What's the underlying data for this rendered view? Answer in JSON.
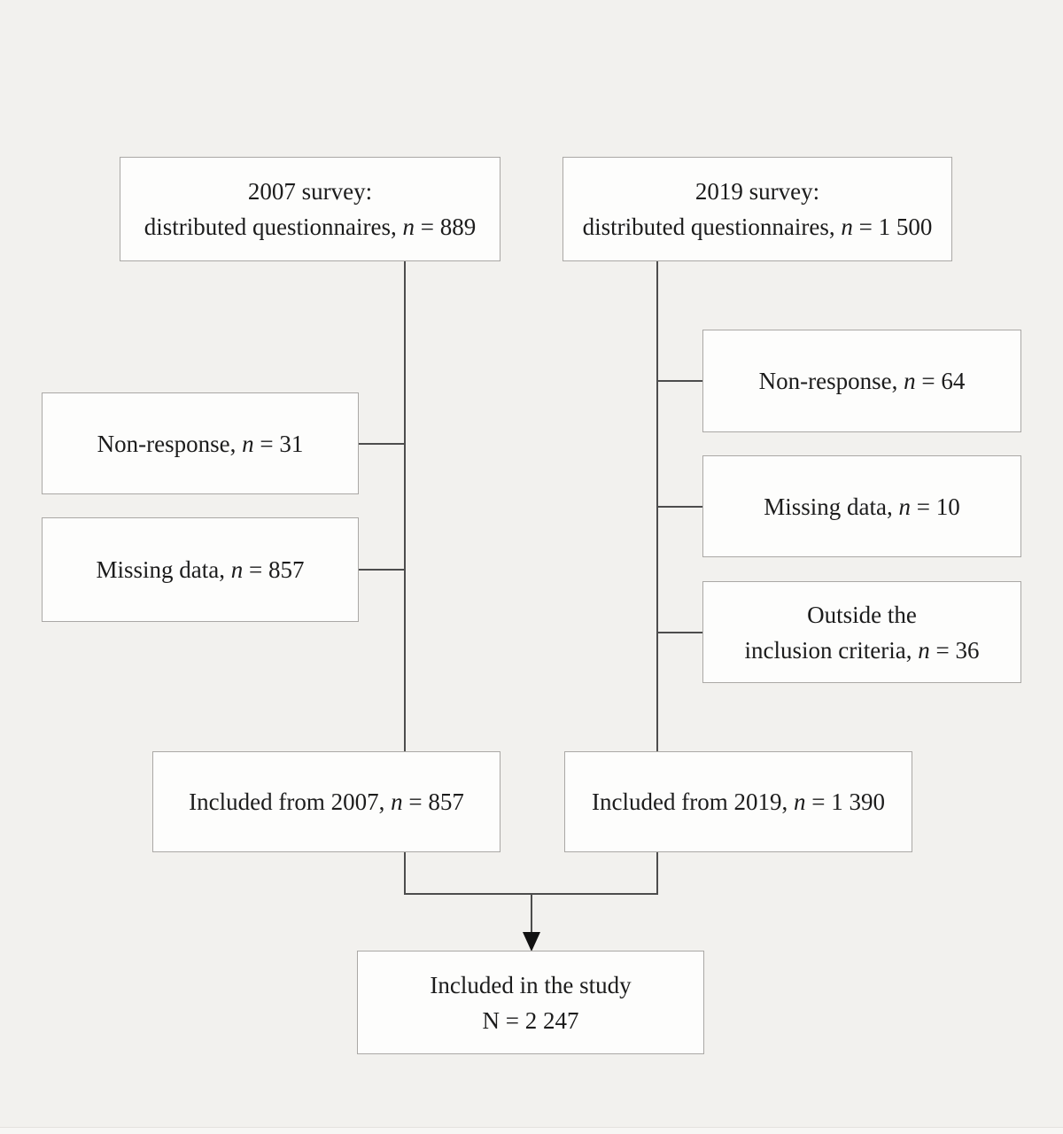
{
  "page": {
    "background": "#f2f1ee",
    "box_background": "#fdfdfc",
    "box_border": "#aaa8a5",
    "line_color": "#4d4d4d",
    "arrow_color": "#111111",
    "text_color": "#1c1c1c",
    "divider_line": "#e4e2df",
    "divider_below": "#f7f6f4"
  },
  "boxes": {
    "survey_2007": {
      "line1": "2007 survey:",
      "line2_prefix": "distributed questionnaires, ",
      "n": "n",
      "line2_suffix": " = 889"
    },
    "survey_2019": {
      "line1": "2019 survey:",
      "line2_prefix": "distributed questionnaires, ",
      "n": "n",
      "line2_suffix": " = 1 500"
    },
    "nonresponse_2007": {
      "prefix": "Non-response, ",
      "n": "n",
      "suffix": " = 31"
    },
    "missing_2007": {
      "prefix": "Missing data, ",
      "n": "n",
      "suffix": " = 857"
    },
    "nonresponse_2019": {
      "prefix": "Non-response, ",
      "n": "n",
      "suffix": " = 64"
    },
    "missing_2019": {
      "prefix": "Missing data, ",
      "n": "n",
      "suffix": " = 10"
    },
    "outside_2019": {
      "line1": "Outside the",
      "line2_prefix": "inclusion criteria, ",
      "n": "n",
      "line2_suffix": " = 36"
    },
    "included_2007": {
      "prefix": "Included from 2007, ",
      "n": "n",
      "suffix": " = 857"
    },
    "included_2019": {
      "prefix": "Included from 2019, ",
      "n": "n",
      "suffix": " = 1 390"
    },
    "study_total": {
      "line1": "Included in the study",
      "line2": "N = 2 247"
    }
  }
}
